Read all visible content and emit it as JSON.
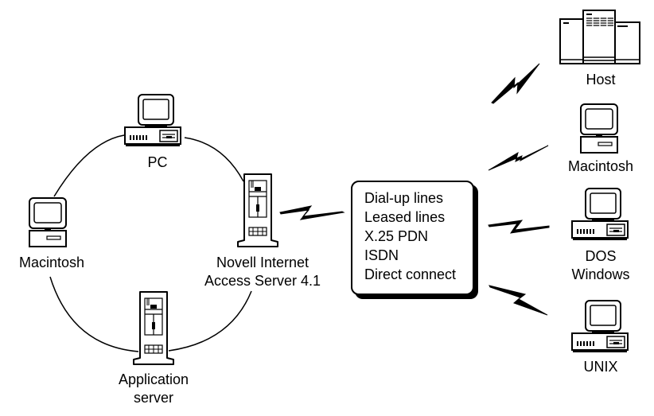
{
  "diagram": {
    "type": "network-topology",
    "colors": {
      "line": "#000000",
      "background": "#ffffff"
    },
    "lan_ring": {
      "nodes": [
        {
          "id": "pc",
          "label": "PC",
          "icon": "pc-desktop-icon"
        },
        {
          "id": "nias",
          "label_lines": [
            "Novell Internet",
            "Access Server 4.1"
          ],
          "icon": "tower-server-icon"
        },
        {
          "id": "appserver",
          "label_lines": [
            "Application",
            "server"
          ],
          "icon": "tower-server-icon"
        },
        {
          "id": "mac-left",
          "label": "Macintosh",
          "icon": "macintosh-icon"
        }
      ]
    },
    "wan_box": {
      "lines": [
        "Dial-up lines",
        "Leased lines",
        "X.25 PDN",
        "ISDN",
        "Direct connect"
      ]
    },
    "remote_nodes": [
      {
        "id": "host",
        "label": "Host",
        "icon": "mainframe-host-icon"
      },
      {
        "id": "mac-right",
        "label": "Macintosh",
        "icon": "macintosh-icon"
      },
      {
        "id": "dos",
        "label_lines": [
          "DOS",
          "Windows"
        ],
        "icon": "pc-desktop-icon"
      },
      {
        "id": "unix",
        "label": "UNIX",
        "icon": "pc-desktop-icon"
      }
    ],
    "links": [
      {
        "from": "pc",
        "to": "nias",
        "kind": "lan"
      },
      {
        "from": "nias",
        "to": "appserver",
        "kind": "lan"
      },
      {
        "from": "appserver",
        "to": "mac-left",
        "kind": "lan"
      },
      {
        "from": "mac-left",
        "to": "pc",
        "kind": "lan"
      },
      {
        "from": "nias",
        "to": "wan_box",
        "kind": "wireless-bolt"
      },
      {
        "from": "wan_box",
        "to": "host",
        "kind": "wireless-bolt"
      },
      {
        "from": "wan_box",
        "to": "mac-right",
        "kind": "wireless-bolt"
      },
      {
        "from": "wan_box",
        "to": "dos",
        "kind": "wireless-bolt"
      },
      {
        "from": "wan_box",
        "to": "unix",
        "kind": "wireless-bolt"
      }
    ]
  }
}
